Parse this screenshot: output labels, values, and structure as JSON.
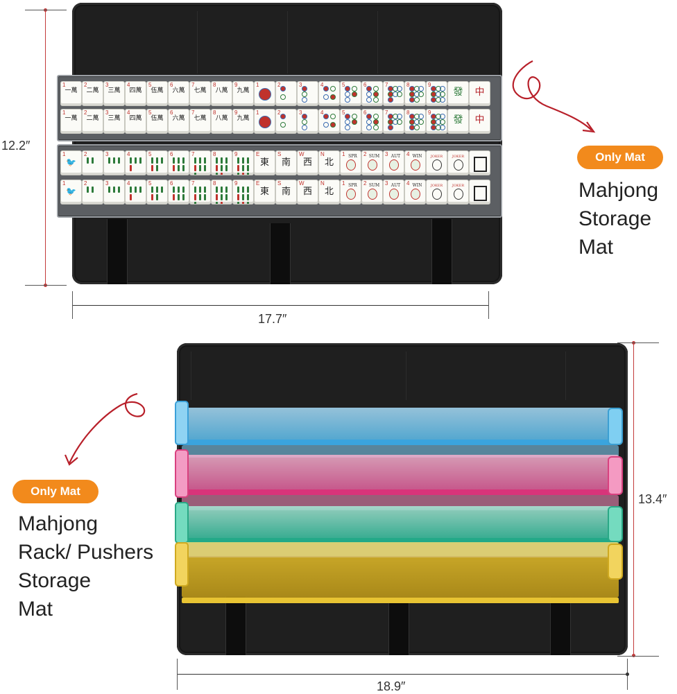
{
  "colors": {
    "accent": "#f28a1c",
    "arrow": "#b8202a",
    "dimension_marker": "#c33a3a",
    "mat": "#1f1f1f",
    "rack_blue": "#4fb7e8",
    "rack_pink": "#e8559a",
    "rack_green": "#37c7a6",
    "rack_yellow": "#e9c12e"
  },
  "top": {
    "height_label": "12.2″",
    "width_label": "17.7″",
    "badge": "Only Mat",
    "caption_lines": [
      "Mahjong",
      "Storage",
      "Mat"
    ],
    "tiles_row1": [
      {
        "n": "1",
        "g": "一萬",
        "t": "char"
      },
      {
        "n": "2",
        "g": "二萬",
        "t": "char"
      },
      {
        "n": "3",
        "g": "三萬",
        "t": "char"
      },
      {
        "n": "4",
        "g": "四萬",
        "t": "char"
      },
      {
        "n": "5",
        "g": "伍萬",
        "t": "char"
      },
      {
        "n": "6",
        "g": "六萬",
        "t": "char"
      },
      {
        "n": "7",
        "g": "七萬",
        "t": "char"
      },
      {
        "n": "8",
        "g": "八萬",
        "t": "char"
      },
      {
        "n": "9",
        "g": "九萬",
        "t": "char"
      },
      {
        "n": "1",
        "g": "",
        "t": "dot1"
      },
      {
        "n": "2",
        "g": "",
        "t": "dot2"
      },
      {
        "n": "3",
        "g": "",
        "t": "dot3"
      },
      {
        "n": "4",
        "g": "",
        "t": "dot4"
      },
      {
        "n": "5",
        "g": "",
        "t": "dot5"
      },
      {
        "n": "6",
        "g": "",
        "t": "dot6"
      },
      {
        "n": "7",
        "g": "",
        "t": "dot7"
      },
      {
        "n": "8",
        "g": "",
        "t": "dot8"
      },
      {
        "n": "9",
        "g": "",
        "t": "dot9"
      },
      {
        "n": "",
        "g": "發",
        "t": "green"
      },
      {
        "n": "",
        "g": "中",
        "t": "red"
      }
    ],
    "tiles_row2": [
      {
        "n": "1",
        "g": "",
        "t": "bam1"
      },
      {
        "n": "2",
        "g": "",
        "t": "bam"
      },
      {
        "n": "3",
        "g": "",
        "t": "bam"
      },
      {
        "n": "4",
        "g": "",
        "t": "bam"
      },
      {
        "n": "5",
        "g": "",
        "t": "bam"
      },
      {
        "n": "6",
        "g": "",
        "t": "bam"
      },
      {
        "n": "7",
        "g": "",
        "t": "bam"
      },
      {
        "n": "8",
        "g": "",
        "t": "bam8"
      },
      {
        "n": "9",
        "g": "",
        "t": "bam"
      },
      {
        "n": "E",
        "g": "東",
        "t": "wind"
      },
      {
        "n": "S",
        "g": "南",
        "t": "wind"
      },
      {
        "n": "W",
        "g": "西",
        "t": "wind"
      },
      {
        "n": "N",
        "g": "北",
        "t": "wind"
      },
      {
        "n": "1",
        "g": "SPR",
        "t": "season"
      },
      {
        "n": "2",
        "g": "SUM",
        "t": "season"
      },
      {
        "n": "3",
        "g": "AUT",
        "t": "season"
      },
      {
        "n": "4",
        "g": "WIN",
        "t": "season"
      },
      {
        "n": "",
        "g": "JOKER",
        "t": "joker"
      },
      {
        "n": "",
        "g": "JOKER",
        "t": "joker"
      },
      {
        "n": "",
        "g": "",
        "t": "white"
      }
    ]
  },
  "bottom": {
    "height_label": "13.4″",
    "width_label": "18.9″",
    "badge": "Only Mat",
    "caption_lines": [
      "Mahjong",
      "Rack/ Pushers",
      "Storage",
      "Mat"
    ]
  }
}
